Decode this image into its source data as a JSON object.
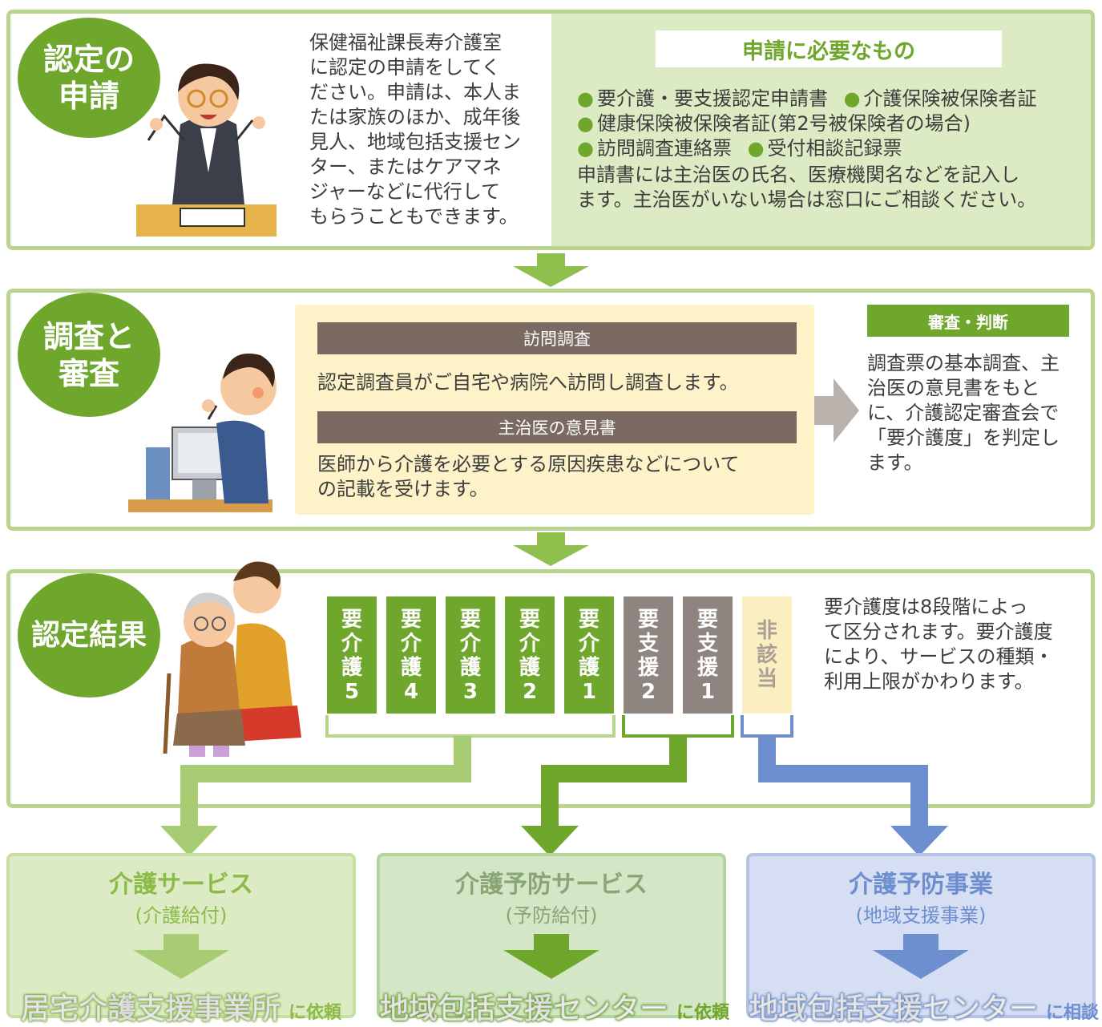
{
  "colors": {
    "green": "#6fa72d",
    "light_green_border": "#b9d48e",
    "pale_green": "#dcebc4",
    "cream": "#fdf2c8",
    "brown": "#8f8580",
    "dark_bar": "#7a6a62",
    "blue": "#6d8fd0",
    "pale_blue": "#d5def2"
  },
  "step1": {
    "circle": "認定の\n申請",
    "text": "保健福祉課長寿介護室\nに認定の申請をしてく\nださい。申請は、本人ま\nたは家族のほか、成年後\n見人、地域包括支援セン\nター、またはケアマネ\nジャーなどに代行して\nもらうこともできます。",
    "required_title": "申請に必要なもの",
    "items": [
      "要介護・要支援認定申請書",
      "介護保険被保険者証",
      "健康保険被保険者証(第2号被保険者の場合)",
      "訪問調査連絡票",
      "受付相談記録票"
    ],
    "note": "申請書には主治医の氏名、医療機関名などを記入し\nます。主治医がいない場合は窓口にご相談ください。"
  },
  "step2": {
    "circle": "調査と\n審査",
    "visit_title": "訪問調査",
    "visit_text": "認定調査員がご自宅や病院へ訪問し調査します。",
    "doctor_title": "主治医の意見書",
    "doctor_text": "医師から介護を必要とする原因疾患などについて\nの記載を受けます。",
    "judge_title": "審査・判断",
    "judge_text": "調査票の基本調査、主\n治医の意見書をもと\nに、介護認定審査会で\n「要介護度」を判定し\nます。"
  },
  "step3": {
    "circle": "認定結果",
    "levels": [
      {
        "l1": "要",
        "l2": "介",
        "l3": "護",
        "l4": "5"
      },
      {
        "l1": "要",
        "l2": "介",
        "l3": "護",
        "l4": "4"
      },
      {
        "l1": "要",
        "l2": "介",
        "l3": "護",
        "l4": "3"
      },
      {
        "l1": "要",
        "l2": "介",
        "l3": "護",
        "l4": "2"
      },
      {
        "l1": "要",
        "l2": "介",
        "l3": "護",
        "l4": "1"
      },
      {
        "l1": "要",
        "l2": "支",
        "l3": "援",
        "l4": "2"
      },
      {
        "l1": "要",
        "l2": "支",
        "l3": "援",
        "l4": "1"
      },
      {
        "l1": "非",
        "l2": "該",
        "l3": "当",
        "l4": ""
      }
    ],
    "text": "要介護度は8段階によっ\nて区分されます。要介護度\nにより、サービスの種類・\n利用上限がかわります。"
  },
  "results": [
    {
      "title": "介護サービス",
      "sub": "(介護給付)",
      "dest": "居宅介護支援事業所",
      "suffix": "に依頼"
    },
    {
      "title": "介護予防サービス",
      "sub": "(予防給付)",
      "dest": "地域包括支援センター",
      "suffix": "に依頼"
    },
    {
      "title": "介護予防事業",
      "sub": "(地域支援事業)",
      "dest": "地域包括支援センター",
      "suffix": "に相談"
    }
  ]
}
